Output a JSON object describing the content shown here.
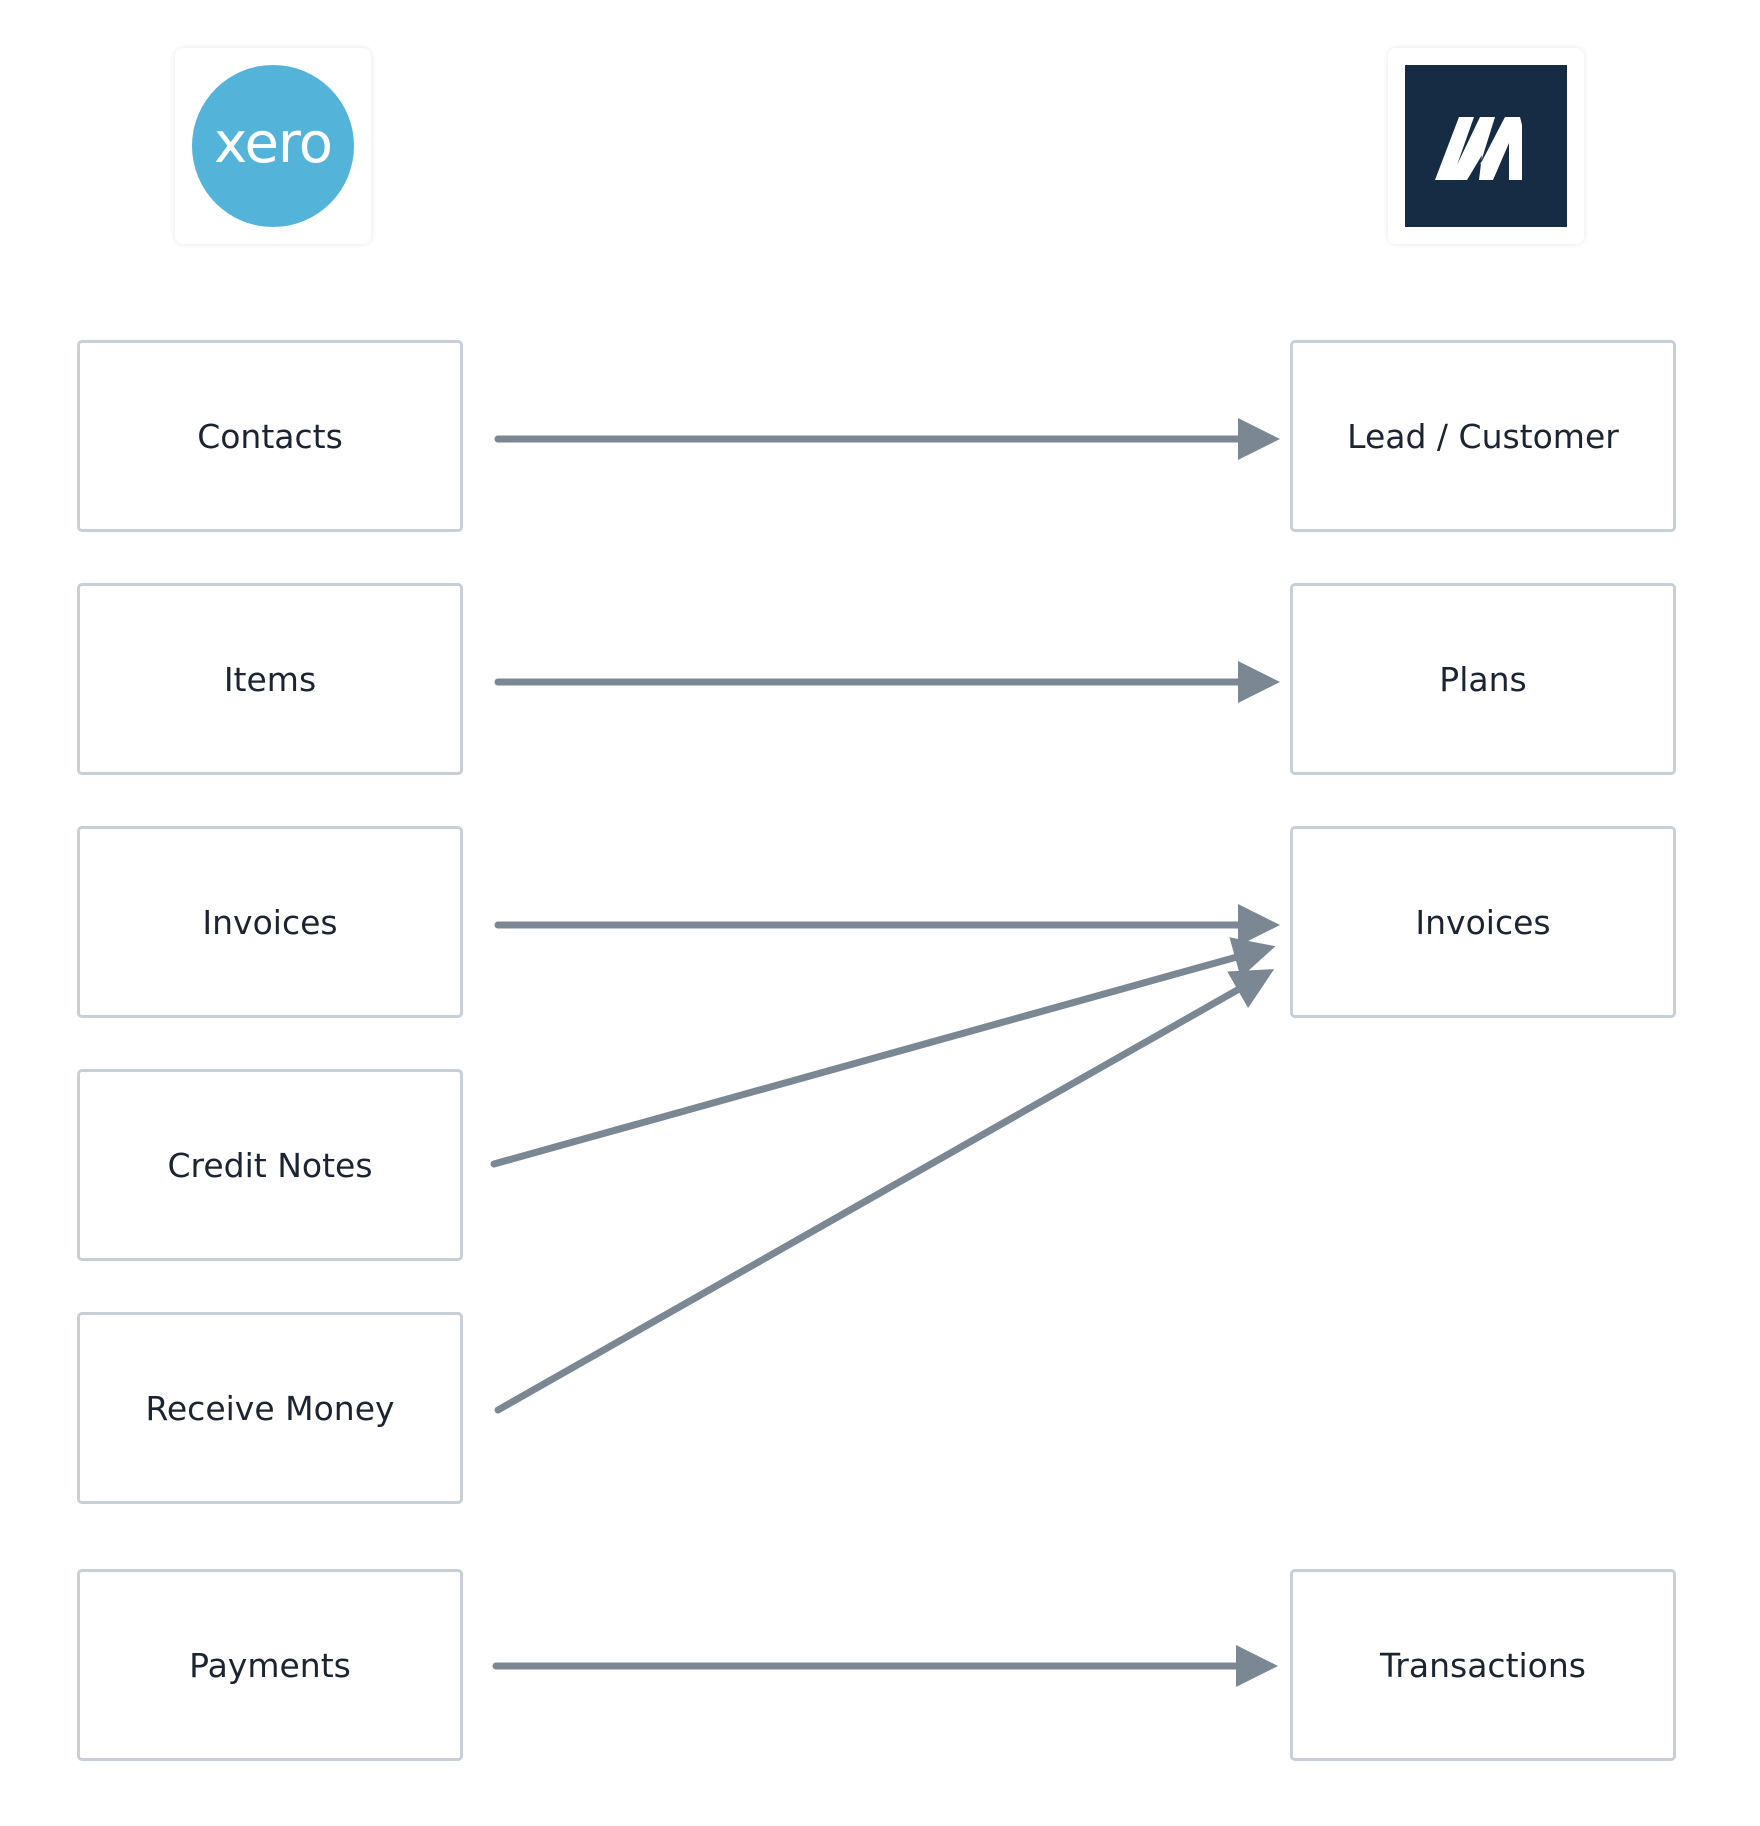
{
  "logos": {
    "source": {
      "text": "xero",
      "color": "#53b3d8",
      "icon": "xero-logo"
    },
    "target": {
      "color": "#162c45",
      "icon": "chartmogul-logo"
    }
  },
  "source_boxes": [
    {
      "label": "Contacts"
    },
    {
      "label": "Items"
    },
    {
      "label": "Invoices"
    },
    {
      "label": "Credit Notes"
    },
    {
      "label": "Receive Money"
    },
    {
      "label": "Payments"
    }
  ],
  "target_boxes": [
    {
      "label": "Lead / Customer"
    },
    {
      "label": "Plans"
    },
    {
      "label": "Invoices"
    },
    {
      "label": "Transactions"
    }
  ],
  "mappings": [
    {
      "from": "Contacts",
      "to": "Lead / Customer"
    },
    {
      "from": "Items",
      "to": "Plans"
    },
    {
      "from": "Invoices",
      "to": "Invoices"
    },
    {
      "from": "Credit Notes",
      "to": "Invoices"
    },
    {
      "from": "Receive Money",
      "to": "Invoices"
    },
    {
      "from": "Payments",
      "to": "Transactions"
    }
  ],
  "colors": {
    "arrow": "#7c8794",
    "box_border": "#c9cfd7",
    "text": "#1b2430"
  }
}
